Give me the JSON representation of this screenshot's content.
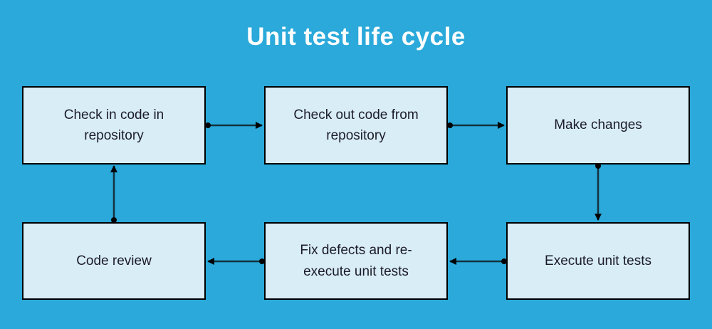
{
  "title": "Unit test life cycle",
  "colors": {
    "background": "#2AA9DA",
    "box_fill": "#D9EDF6",
    "box_border": "#000000",
    "box_text": "#1B1B2B",
    "title_text": "#FFFFFF",
    "arrow_line": "#14323F",
    "arrow_marker": "#000000"
  },
  "nodes": [
    {
      "id": "check-in",
      "label": "Check in code in repository"
    },
    {
      "id": "check-out",
      "label": "Check out code from repository"
    },
    {
      "id": "make-changes",
      "label": "Make changes"
    },
    {
      "id": "code-review",
      "label": "Code review"
    },
    {
      "id": "fix-defects",
      "label": "Fix defects and re-execute unit tests"
    },
    {
      "id": "execute-tests",
      "label": "Execute unit tests"
    }
  ],
  "edges": [
    {
      "from": "check-in",
      "to": "check-out"
    },
    {
      "from": "check-out",
      "to": "make-changes"
    },
    {
      "from": "make-changes",
      "to": "execute-tests"
    },
    {
      "from": "execute-tests",
      "to": "fix-defects"
    },
    {
      "from": "fix-defects",
      "to": "code-review"
    },
    {
      "from": "code-review",
      "to": "check-in"
    }
  ]
}
